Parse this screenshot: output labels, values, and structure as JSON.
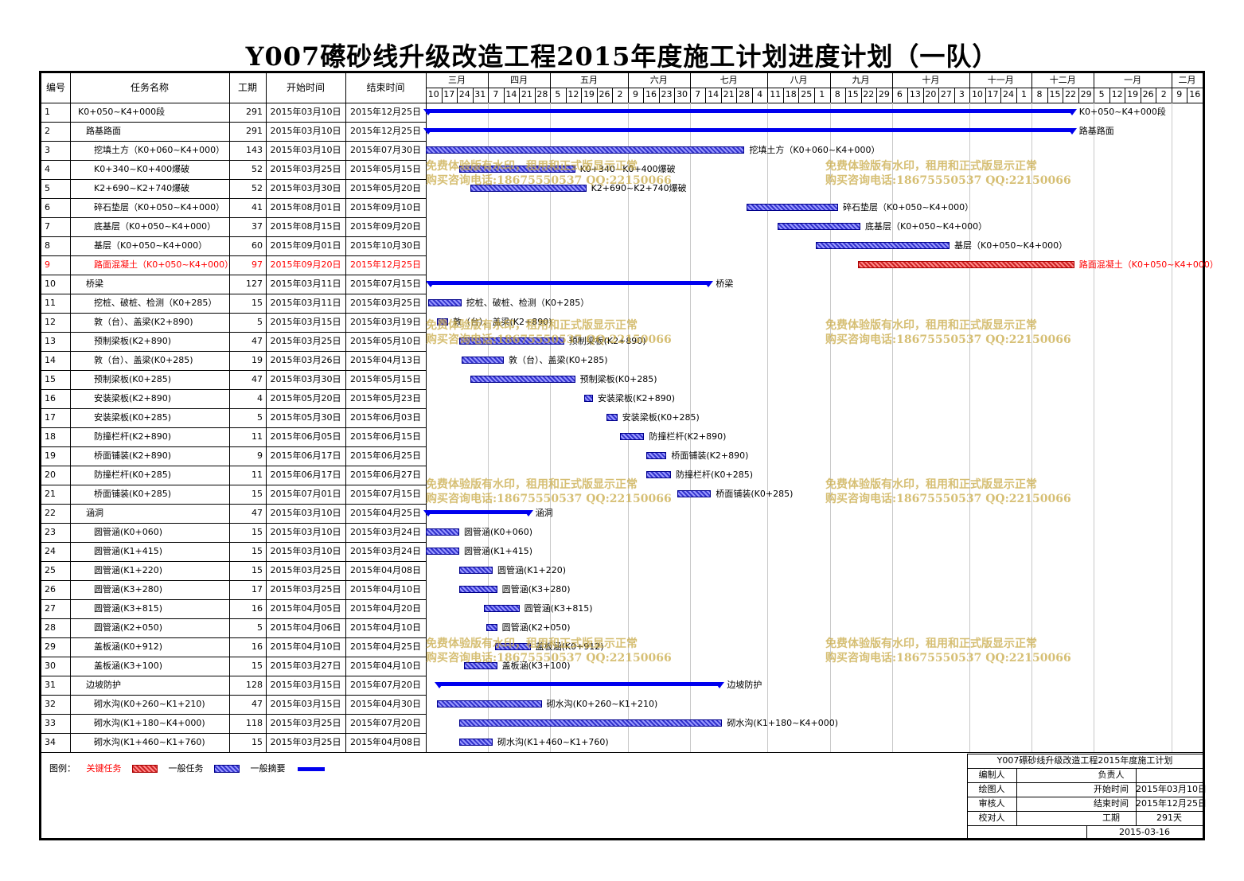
{
  "title": "Y007礤砂线升级改造工程2015年度施工计划进度计划（一队）",
  "headers": {
    "id": "编号",
    "name": "任务名称",
    "duration": "工期",
    "start": "开始时间",
    "end": "结束时间"
  },
  "months": [
    "三月",
    "四月",
    "五月",
    "六月",
    "七月",
    "八月",
    "九月",
    "十月",
    "十一月",
    "十二月",
    "一月",
    "二月"
  ],
  "days": [
    "10",
    "17",
    "24",
    "31",
    "7",
    "14",
    "21",
    "28",
    "5",
    "12",
    "19",
    "26",
    "2",
    "9",
    "16",
    "23",
    "30",
    "7",
    "14",
    "21",
    "28",
    "4",
    "11",
    "18",
    "25",
    "1",
    "8",
    "15",
    "22",
    "29",
    "6",
    "13",
    "20",
    "27",
    "3",
    "10",
    "17",
    "24",
    "1",
    "8",
    "15",
    "22",
    "29",
    "5",
    "12",
    "19",
    "26",
    "2",
    "9",
    "16"
  ],
  "tasks": [
    {
      "id": "1",
      "name": "K0+050~K4+000段",
      "indent": 0,
      "dur": "291",
      "start": "2015年03月10日",
      "end": "2015年12月25日",
      "type": "summary",
      "s": 0,
      "d": 291,
      "label": "K0+050~K4+000段"
    },
    {
      "id": "2",
      "name": "路基路面",
      "indent": 1,
      "dur": "291",
      "start": "2015年03月10日",
      "end": "2015年12月25日",
      "type": "summary",
      "s": 0,
      "d": 291,
      "label": "路基路面"
    },
    {
      "id": "3",
      "name": "挖填土方（K0+060~K4+000）",
      "indent": 2,
      "dur": "143",
      "start": "2015年03月10日",
      "end": "2015年07月30日",
      "type": "task",
      "s": 0,
      "d": 143,
      "label": "挖填土方（K0+060~K4+000）"
    },
    {
      "id": "4",
      "name": "K0+340~K0+400爆破",
      "indent": 2,
      "dur": "52",
      "start": "2015年03月25日",
      "end": "2015年05月15日",
      "type": "task",
      "s": 15,
      "d": 52,
      "label": "K0+340~K0+400爆破"
    },
    {
      "id": "5",
      "name": "K2+690~K2+740爆破",
      "indent": 2,
      "dur": "52",
      "start": "2015年03月30日",
      "end": "2015年05月20日",
      "type": "task",
      "s": 20,
      "d": 52,
      "label": "K2+690~K2+740爆破"
    },
    {
      "id": "6",
      "name": "碎石垫层（K0+050~K4+000）",
      "indent": 2,
      "dur": "41",
      "start": "2015年08月01日",
      "end": "2015年09月10日",
      "type": "task",
      "s": 144,
      "d": 41,
      "label": "碎石垫层（K0+050~K4+000）"
    },
    {
      "id": "7",
      "name": "底基层（K0+050~K4+000）",
      "indent": 2,
      "dur": "37",
      "start": "2015年08月15日",
      "end": "2015年09月20日",
      "type": "task",
      "s": 158,
      "d": 37,
      "label": "底基层（K0+050~K4+000）"
    },
    {
      "id": "8",
      "name": "基层（K0+050~K4+000）",
      "indent": 2,
      "dur": "60",
      "start": "2015年09月01日",
      "end": "2015年10月30日",
      "type": "task",
      "s": 175,
      "d": 60,
      "label": "基层（K0+050~K4+000）"
    },
    {
      "id": "9",
      "name": "路面混凝土（K0+050~K4+000）",
      "indent": 2,
      "dur": "97",
      "start": "2015年09月20日",
      "end": "2015年12月25日",
      "type": "critical",
      "s": 194,
      "d": 97,
      "label": "路面混凝土（K0+050~K4+000）"
    },
    {
      "id": "10",
      "name": "桥梁",
      "indent": 1,
      "dur": "127",
      "start": "2015年03月11日",
      "end": "2015年07月15日",
      "type": "summary",
      "s": 1,
      "d": 127,
      "label": "桥梁"
    },
    {
      "id": "11",
      "name": "挖桩、破桩、检测（K0+285）",
      "indent": 2,
      "dur": "15",
      "start": "2015年03月11日",
      "end": "2015年03月25日",
      "type": "task",
      "s": 1,
      "d": 15,
      "label": "挖桩、破桩、检测（K0+285）"
    },
    {
      "id": "12",
      "name": "敦（台）、盖梁(K2+890)",
      "indent": 2,
      "dur": "5",
      "start": "2015年03月15日",
      "end": "2015年03月19日",
      "type": "task",
      "s": 5,
      "d": 5,
      "label": "敦（台）、盖梁(K2+890)"
    },
    {
      "id": "13",
      "name": "预制梁板(K2+890)",
      "indent": 2,
      "dur": "47",
      "start": "2015年03月25日",
      "end": "2015年05月10日",
      "type": "task",
      "s": 15,
      "d": 47,
      "label": "预制梁板(K2+890)"
    },
    {
      "id": "14",
      "name": "敦（台）、盖梁(K0+285)",
      "indent": 2,
      "dur": "19",
      "start": "2015年03月26日",
      "end": "2015年04月13日",
      "type": "task",
      "s": 16,
      "d": 19,
      "label": "敦（台）、盖梁(K0+285)"
    },
    {
      "id": "15",
      "name": "预制梁板(K0+285)",
      "indent": 2,
      "dur": "47",
      "start": "2015年03月30日",
      "end": "2015年05月15日",
      "type": "task",
      "s": 20,
      "d": 47,
      "label": "预制梁板(K0+285)"
    },
    {
      "id": "16",
      "name": "安装梁板(K2+890)",
      "indent": 2,
      "dur": "4",
      "start": "2015年05月20日",
      "end": "2015年05月23日",
      "type": "task",
      "s": 71,
      "d": 4,
      "label": "安装梁板(K2+890)"
    },
    {
      "id": "17",
      "name": "安装梁板(K0+285)",
      "indent": 2,
      "dur": "5",
      "start": "2015年05月30日",
      "end": "2015年06月03日",
      "type": "task",
      "s": 81,
      "d": 5,
      "label": "安装梁板(K0+285)"
    },
    {
      "id": "18",
      "name": "防撞栏杆(K2+890)",
      "indent": 2,
      "dur": "11",
      "start": "2015年06月05日",
      "end": "2015年06月15日",
      "type": "task",
      "s": 87,
      "d": 11,
      "label": "防撞栏杆(K2+890)"
    },
    {
      "id": "19",
      "name": "桥面铺装(K2+890)",
      "indent": 2,
      "dur": "9",
      "start": "2015年06月17日",
      "end": "2015年06月25日",
      "type": "task",
      "s": 99,
      "d": 9,
      "label": "桥面铺装(K2+890)"
    },
    {
      "id": "20",
      "name": "防撞栏杆(K0+285)",
      "indent": 2,
      "dur": "11",
      "start": "2015年06月17日",
      "end": "2015年06月27日",
      "type": "task",
      "s": 99,
      "d": 11,
      "label": "防撞栏杆(K0+285)"
    },
    {
      "id": "21",
      "name": "桥面铺装(K0+285)",
      "indent": 2,
      "dur": "15",
      "start": "2015年07月01日",
      "end": "2015年07月15日",
      "type": "task",
      "s": 113,
      "d": 15,
      "label": "桥面铺装(K0+285)"
    },
    {
      "id": "22",
      "name": "涵洞",
      "indent": 1,
      "dur": "47",
      "start": "2015年03月10日",
      "end": "2015年04月25日",
      "type": "summary",
      "s": 0,
      "d": 47,
      "label": "涵洞"
    },
    {
      "id": "23",
      "name": "圆管涵(K0+060)",
      "indent": 2,
      "dur": "15",
      "start": "2015年03月10日",
      "end": "2015年03月24日",
      "type": "task",
      "s": 0,
      "d": 15,
      "label": "圆管涵(K0+060)"
    },
    {
      "id": "24",
      "name": "圆管涵(K1+415)",
      "indent": 2,
      "dur": "15",
      "start": "2015年03月10日",
      "end": "2015年03月24日",
      "type": "task",
      "s": 0,
      "d": 15,
      "label": "圆管涵(K1+415)"
    },
    {
      "id": "25",
      "name": "圆管涵(K1+220)",
      "indent": 2,
      "dur": "15",
      "start": "2015年03月25日",
      "end": "2015年04月08日",
      "type": "task",
      "s": 15,
      "d": 15,
      "label": "圆管涵(K1+220)"
    },
    {
      "id": "26",
      "name": "圆管涵(K3+280)",
      "indent": 2,
      "dur": "17",
      "start": "2015年03月25日",
      "end": "2015年04月10日",
      "type": "task",
      "s": 15,
      "d": 17,
      "label": "圆管涵(K3+280)"
    },
    {
      "id": "27",
      "name": "圆管涵(K3+815)",
      "indent": 2,
      "dur": "16",
      "start": "2015年04月05日",
      "end": "2015年04月20日",
      "type": "task",
      "s": 26,
      "d": 16,
      "label": "圆管涵(K3+815)"
    },
    {
      "id": "28",
      "name": "圆管涵(K2+050)",
      "indent": 2,
      "dur": "5",
      "start": "2015年04月06日",
      "end": "2015年04月10日",
      "type": "task",
      "s": 27,
      "d": 5,
      "label": "圆管涵(K2+050)"
    },
    {
      "id": "29",
      "name": "盖板涵(K0+912)",
      "indent": 2,
      "dur": "16",
      "start": "2015年04月10日",
      "end": "2015年04月25日",
      "type": "task",
      "s": 31,
      "d": 16,
      "label": "盖板涵(K0+912)"
    },
    {
      "id": "30",
      "name": "盖板涵(K3+100)",
      "indent": 2,
      "dur": "15",
      "start": "2015年03月27日",
      "end": "2015年04月10日",
      "type": "task",
      "s": 17,
      "d": 15,
      "label": "盖板涵(K3+100)"
    },
    {
      "id": "31",
      "name": "边坡防护",
      "indent": 1,
      "dur": "128",
      "start": "2015年03月15日",
      "end": "2015年07月20日",
      "type": "summary",
      "s": 5,
      "d": 128,
      "label": "边坡防护"
    },
    {
      "id": "32",
      "name": "砌水沟(K0+260~K1+210)",
      "indent": 2,
      "dur": "47",
      "start": "2015年03月15日",
      "end": "2015年04月30日",
      "type": "task",
      "s": 5,
      "d": 47,
      "label": "砌水沟(K0+260~K1+210)"
    },
    {
      "id": "33",
      "name": "砌水沟(K1+180~K4+000)",
      "indent": 2,
      "dur": "118",
      "start": "2015年03月25日",
      "end": "2015年07月20日",
      "type": "task",
      "s": 15,
      "d": 118,
      "label": "砌水沟(K1+180~K4+000)"
    },
    {
      "id": "34",
      "name": "砌水沟(K1+460~K1+760)",
      "indent": 2,
      "dur": "15",
      "start": "2015年03月25日",
      "end": "2015年04月08日",
      "type": "task",
      "s": 15,
      "d": 15,
      "label": "砌水沟(K1+460~K1+760)"
    }
  ],
  "watermark": {
    "line1": "免费体验版有水印，租用和正式版显示正常",
    "line2": "购买咨询电话:18675550537 QQ:22150066"
  },
  "legend": {
    "label": "图例：",
    "critical": "关键任务",
    "normal": "一般任务",
    "summary": "一般摘要"
  },
  "info": {
    "title": "Y007礤砂线升级改造工程2015年度施工计划",
    "compiler_label": "编制人",
    "manager_label": "负责人",
    "drawer_label": "绘图人",
    "start_label": "开始时间",
    "start_value": "2015年03月10日",
    "reviewer_label": "审核人",
    "end_label": "结束时间",
    "end_value": "2015年12月25日",
    "checker_label": "校对人",
    "duration_label": "工期",
    "duration_value": "291天",
    "date": "2015-03-16"
  },
  "colors": {
    "summary": "#0000ee",
    "task": "#3333cc",
    "critical": "#cc2222",
    "critical_text": "#ff0000",
    "watermark": "#c8aa46"
  }
}
